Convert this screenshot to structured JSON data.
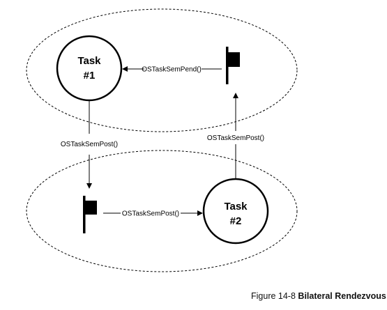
{
  "diagram": {
    "task1": {
      "line1": "Task",
      "line2": "#1"
    },
    "task2": {
      "line1": "Task",
      "line2": "#2"
    },
    "labels": {
      "pend_top": "OSTaskSemPend()",
      "post_left": "OSTaskSemPost()",
      "post_right": "OSTaskSemPost()",
      "post_bottom": "OSTaskSemPost()"
    }
  },
  "caption": {
    "prefix": "Figure 14-8",
    "title": "Bilateral Rendezvous"
  }
}
